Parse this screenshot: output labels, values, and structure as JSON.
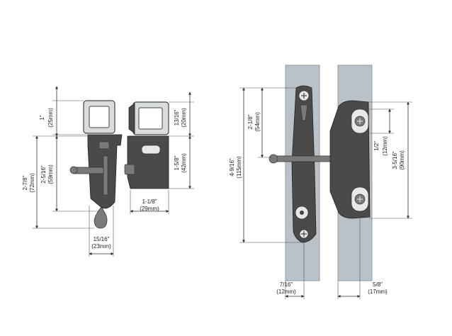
{
  "left_view": {
    "d_top_frac": "1\"",
    "d_top_mm": "(25mm)",
    "d_outer_frac": "2-7/8\"",
    "d_outer_mm": "(72mm)",
    "d_inner_frac": "2-5/16\"",
    "d_inner_mm": "(59mm)",
    "d_right_top_frac": "13/16\"",
    "d_right_top_mm": "(20mm)",
    "d_right_bot_frac": "1-5/8\"",
    "d_right_bot_mm": "(42mm)",
    "d_width_frac": "1-1/8\"",
    "d_width_mm": "(29mm)",
    "d_bottom_frac": "15/16\"",
    "d_bottom_mm": "(23mm)"
  },
  "right_view": {
    "d_total_frac": "4-9/16\"",
    "d_total_mm": "(115mm)",
    "d_upper_frac": "2-1/8\"",
    "d_upper_mm": "(54mm)",
    "d_slot_frac": "1/2\"",
    "d_slot_mm": "(12mm)",
    "d_keeper_frac": "3-5/16\"",
    "d_keeper_mm": "(90mm)",
    "d_left_off_frac": "7/16\"",
    "d_left_off_mm": "(12mm)",
    "d_right_off_frac": "5/8\"",
    "d_right_off_mm": "(17mm)"
  }
}
